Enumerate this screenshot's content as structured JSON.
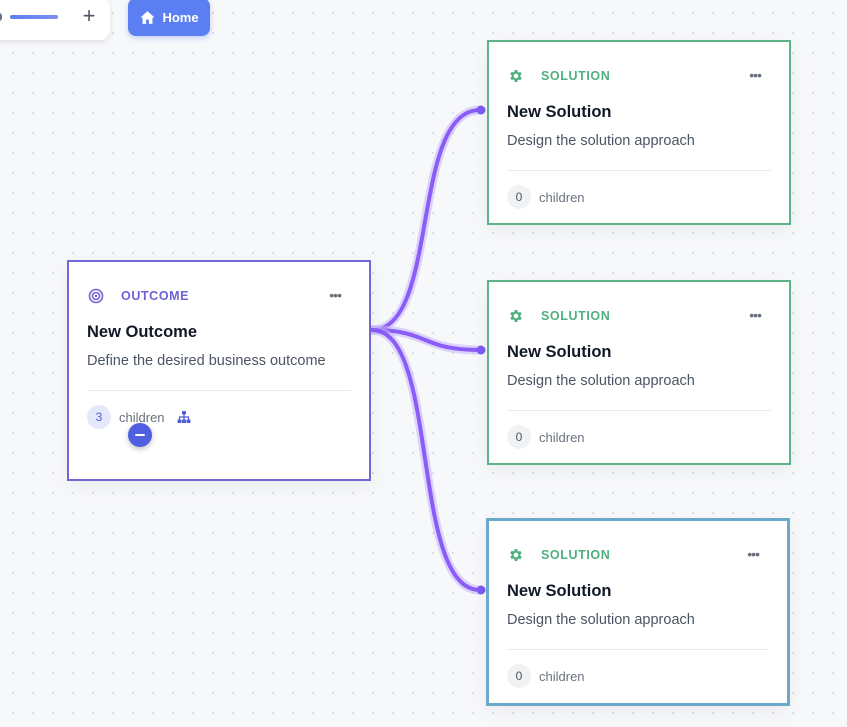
{
  "toolbar": {
    "zoom_plus_label": "+",
    "home_label": "Home"
  },
  "colors": {
    "outcome": "#6e62d9",
    "solution": "#4fb07f",
    "edge": "#8b5cf6",
    "home_button": "#5b7ff2"
  },
  "nodes": {
    "outcome": {
      "type_label": "OUTCOME",
      "title": "New Outcome",
      "description": "Define the desired business outcome",
      "children_count": "3",
      "children_label": "children",
      "icon": "target-icon"
    },
    "solutions": [
      {
        "type_label": "SOLUTION",
        "title": "New Solution",
        "description": "Design the solution approach",
        "children_count": "0",
        "children_label": "children",
        "icon": "gear-icon"
      },
      {
        "type_label": "SOLUTION",
        "title": "New Solution",
        "description": "Design the solution approach",
        "children_count": "0",
        "children_label": "children",
        "icon": "gear-icon"
      },
      {
        "type_label": "SOLUTION",
        "title": "New Solution",
        "description": "Design the solution approach",
        "children_count": "0",
        "children_label": "children",
        "icon": "gear-icon"
      }
    ]
  },
  "more_label": "•••"
}
